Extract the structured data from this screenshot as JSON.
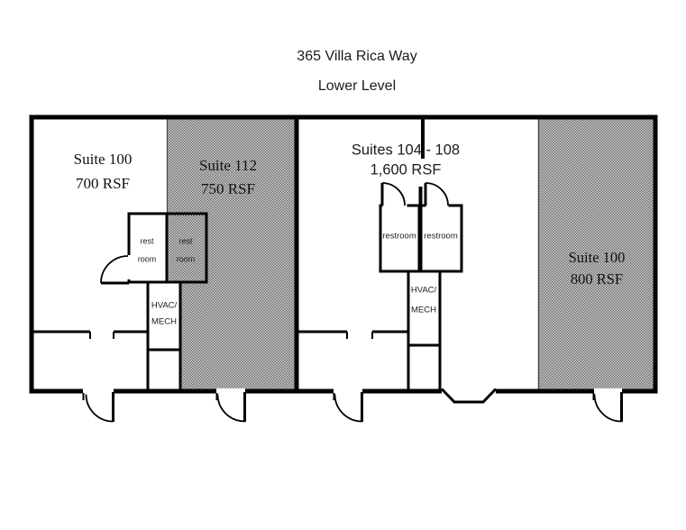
{
  "title": {
    "line1": "365 Villa Rica Way",
    "line2": "Lower Level"
  },
  "suites": {
    "west": {
      "name": "Suite 100",
      "area": "700 RSF"
    },
    "shaded": {
      "name": "Suite 112",
      "area": "750 RSF"
    },
    "middle": {
      "name": "Suites 104 - 108",
      "area": "1,600 RSF"
    },
    "east": {
      "name": "Suite 100",
      "area": "800 RSF"
    }
  },
  "rooms": {
    "rest": "rest",
    "room": "room",
    "restroom": "restroom",
    "hvac": "HVAC/",
    "mech": "MECH"
  },
  "colors": {
    "wall": "#000000",
    "pattern_dark": "#757575",
    "pattern_light": "#c9c9c9",
    "pattern_edge": "#4a4a4a"
  }
}
